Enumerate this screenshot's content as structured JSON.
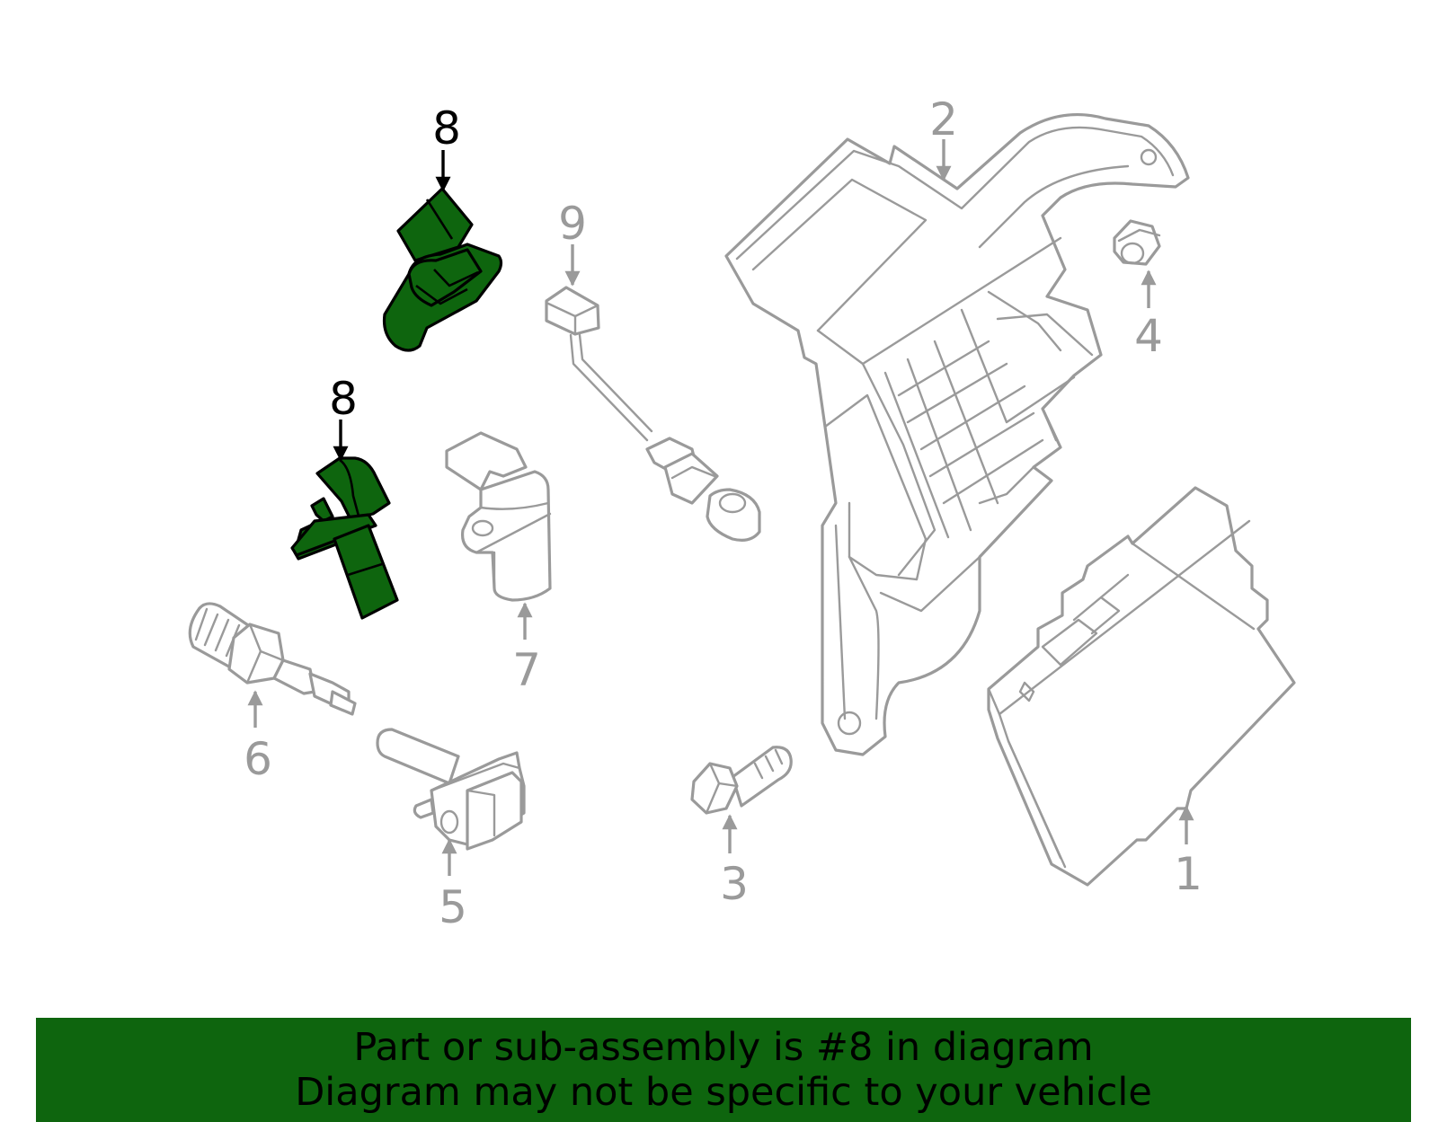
{
  "banner": {
    "line1": "Part or sub-assembly is #8 in diagram",
    "line2": "Diagram may not be specific to your vehicle",
    "color": "#0e650e"
  },
  "callouts": {
    "c1": "1",
    "c2": "2",
    "c3": "3",
    "c4": "4",
    "c5": "5",
    "c6": "6",
    "c7": "7",
    "c8a": "8",
    "c8b": "8",
    "c9": "9"
  },
  "highlight": {
    "part_number": "8",
    "fill": "#0e650e"
  },
  "line_color": "#9a9a9a"
}
